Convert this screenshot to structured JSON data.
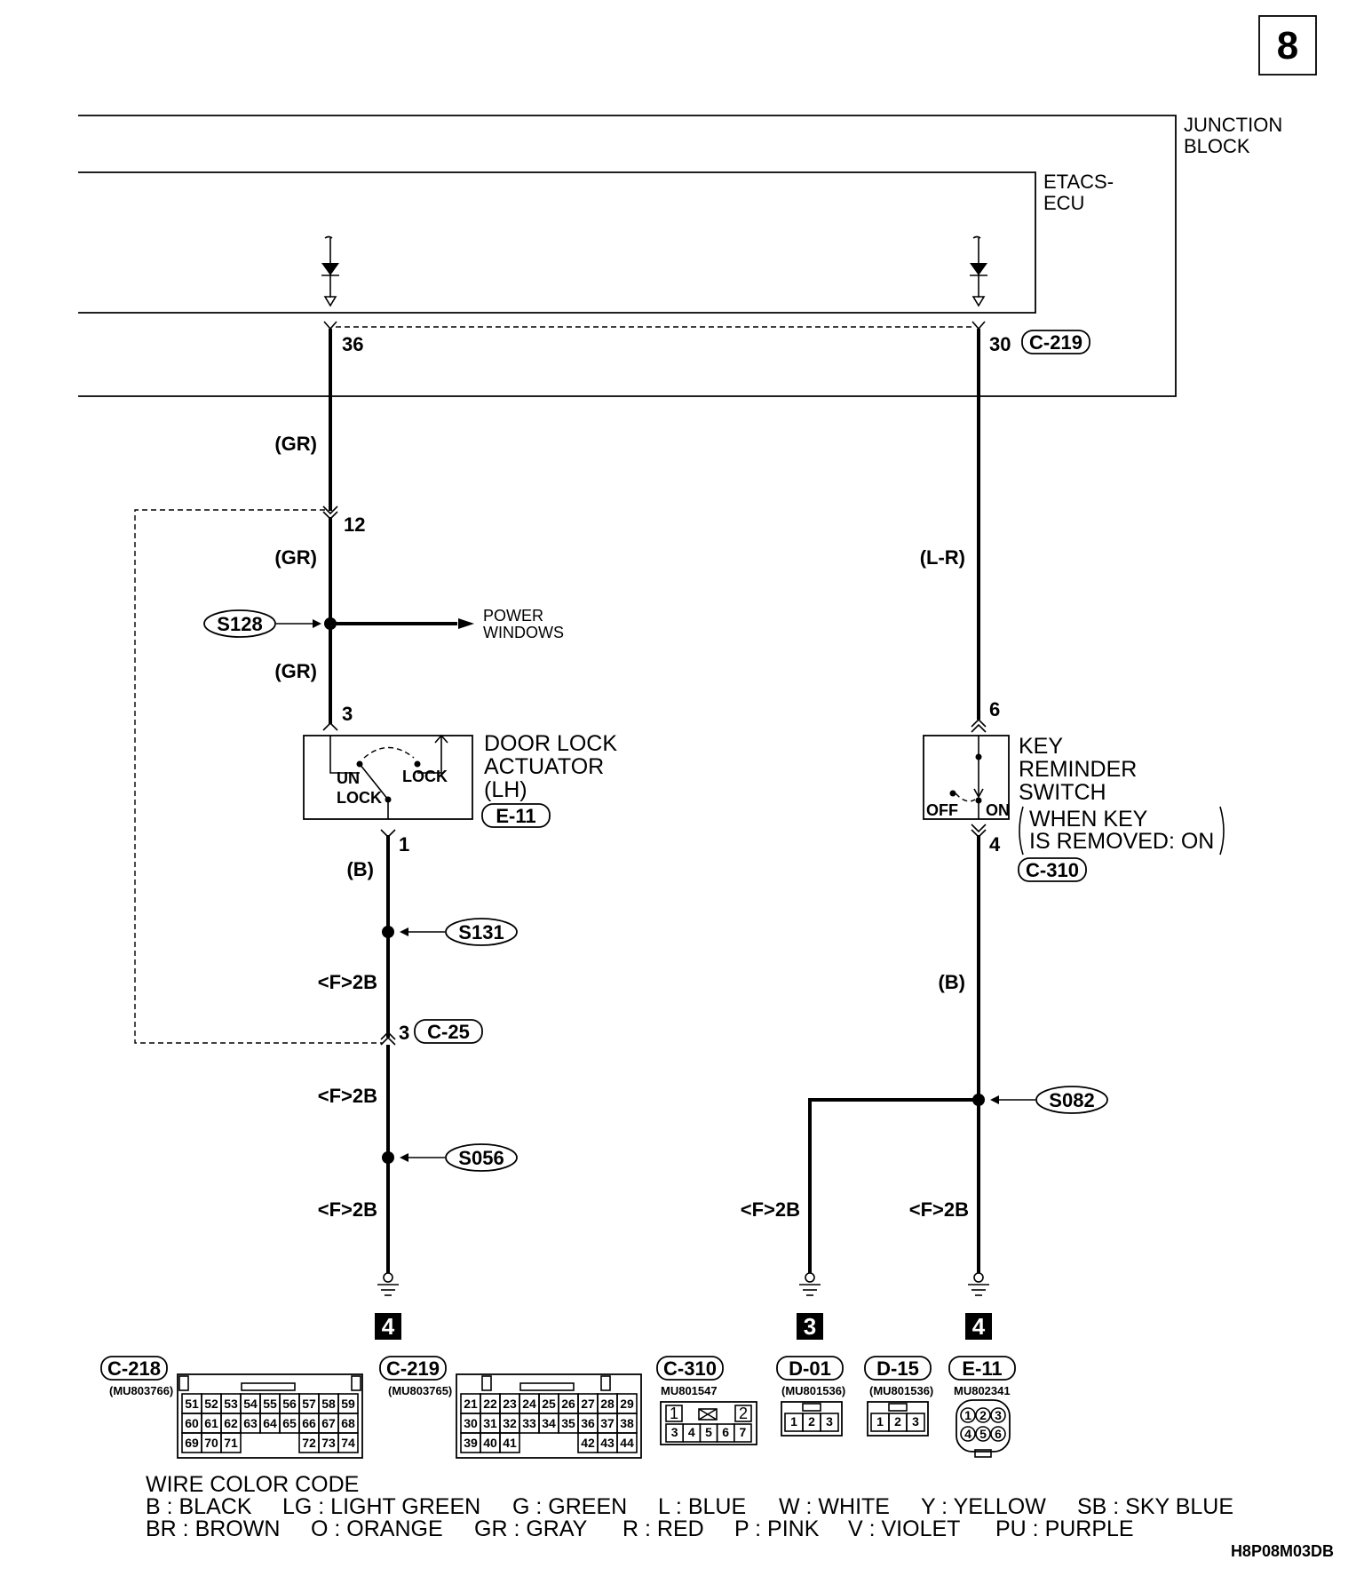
{
  "page_number": "8",
  "diagram_code": "H8P08M03DB",
  "junction_block": {
    "line1": "JUNCTION",
    "line2": "BLOCK"
  },
  "etacs_ecu": {
    "line1": "ETACS-",
    "line2": "ECU"
  },
  "pins": {
    "p36": "36",
    "p30": "30",
    "p12": "12",
    "p3a": "3",
    "p1": "1",
    "p3b": "3",
    "p6": "6",
    "p4": "4"
  },
  "wire_colors": {
    "gr1": "(GR)",
    "gr2": "(GR)",
    "gr3": "(GR)",
    "lr": "(L-R)",
    "b1": "(B)",
    "b2": "(B)",
    "f2b_1": "<F>2B",
    "f2b_2": "<F>2B",
    "f2b_3": "<F>2B",
    "f2b_4": "<F>2B",
    "f2b_5": "<F>2B"
  },
  "connectors": {
    "c219_top": "C-219",
    "e11_mid": "E-11",
    "c310_mid": "C-310",
    "c25": "C-25"
  },
  "splices": {
    "s128": "S128",
    "s131": "S131",
    "s056": "S056",
    "s082": "S082"
  },
  "power_windows": {
    "line1": "POWER",
    "line2": "WINDOWS"
  },
  "door_lock": {
    "line1": "DOOR LOCK",
    "line2": "ACTUATOR",
    "line3": "(LH)",
    "unlock_a": "UN",
    "unlock_b": "LOCK",
    "lock": "LOCK"
  },
  "key_reminder": {
    "line1": "KEY",
    "line2": "REMINDER",
    "line3": "SWITCH",
    "note1": "WHEN KEY",
    "note2": "IS REMOVED: ON",
    "off": "OFF",
    "on": "ON"
  },
  "grounds": {
    "g_left": "4",
    "g_mid": "3",
    "g_right": "4"
  },
  "connector_views": [
    {
      "name": "C-218",
      "part": "(MU803766)"
    },
    {
      "name": "C-219",
      "part": "(MU803765)"
    },
    {
      "name": "C-310",
      "part": "MU801547"
    },
    {
      "name": "D-01",
      "part": "(MU801536)"
    },
    {
      "name": "D-15",
      "part": "(MU801536)"
    },
    {
      "name": "E-11",
      "part": "MU802341"
    }
  ],
  "c218_rows": [
    [
      "51",
      "52",
      "53",
      "54",
      "55",
      "56",
      "57",
      "58",
      "59"
    ],
    [
      "60",
      "61",
      "62",
      "63",
      "64",
      "65",
      "66",
      "67",
      "68"
    ],
    [
      "69",
      "70",
      "71",
      "",
      "",
      "",
      "72",
      "73",
      "74"
    ]
  ],
  "c219_rows": [
    [
      "21",
      "22",
      "23",
      "24",
      "25",
      "26",
      "27",
      "28",
      "29"
    ],
    [
      "30",
      "31",
      "32",
      "33",
      "34",
      "35",
      "36",
      "37",
      "38"
    ],
    [
      "39",
      "40",
      "41",
      "",
      "",
      "",
      "42",
      "43",
      "44"
    ]
  ],
  "c310_pins": {
    "p1": "1",
    "p2": "2",
    "row2": [
      "3",
      "4",
      "5",
      "6",
      "7"
    ]
  },
  "d01_pins": [
    "1",
    "2",
    "3"
  ],
  "d15_pins": [
    "1",
    "2",
    "3"
  ],
  "e11_pins": [
    "1",
    "2",
    "3",
    "4",
    "5",
    "6"
  ],
  "legend": {
    "title": "WIRE COLOR CODE",
    "row1": [
      "B : BLACK",
      "LG : LIGHT GREEN",
      "G : GREEN",
      "L : BLUE",
      "W : WHITE",
      "Y : YELLOW",
      "SB : SKY BLUE"
    ],
    "row2": [
      "BR : BROWN",
      "O : ORANGE",
      "GR : GRAY",
      "R : RED",
      "P : PINK",
      "V : VIOLET",
      "PU : PURPLE"
    ]
  }
}
